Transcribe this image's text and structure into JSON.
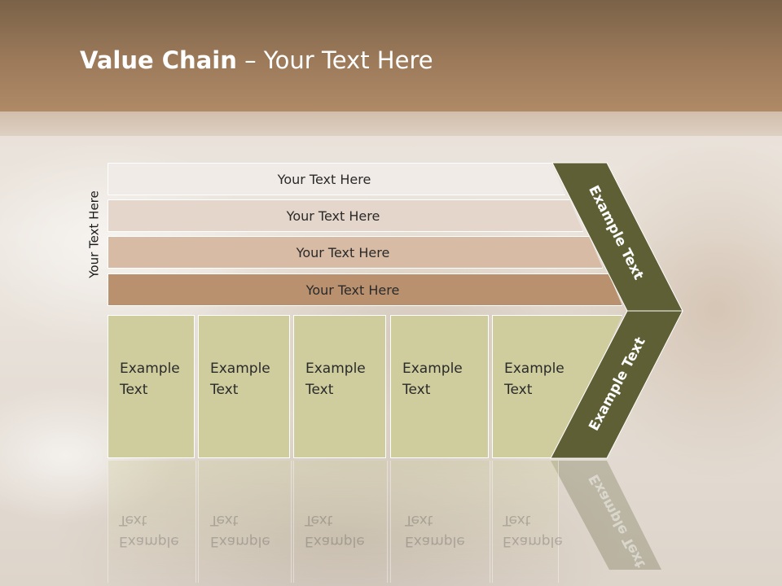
{
  "slide": {
    "title_bold": "Value Chain",
    "title_rest": " – Your Text Here",
    "vertical_label": "Your Text Here"
  },
  "rows": [
    {
      "label": "Your Text Here",
      "color": "#f0ebe7"
    },
    {
      "label": "Your Text Here",
      "color": "#e4d6ca"
    },
    {
      "label": "Your Text Here",
      "color": "#d8bba4"
    },
    {
      "label": "Your Text Here",
      "color": "#b9916f"
    }
  ],
  "boxes": [
    {
      "line1": "Example",
      "line2": "Text"
    },
    {
      "line1": "Example",
      "line2": "Text"
    },
    {
      "line1": "Example",
      "line2": "Text"
    },
    {
      "line1": "Example",
      "line2": "Text"
    },
    {
      "line1": "Example",
      "line2": "Text"
    }
  ],
  "chevron": {
    "upper_label": "Example Text",
    "lower_label": "Example Text",
    "color": "#5f5f36"
  },
  "colors": {
    "header": "#9c7a5a",
    "box": "#cfcd9e"
  }
}
